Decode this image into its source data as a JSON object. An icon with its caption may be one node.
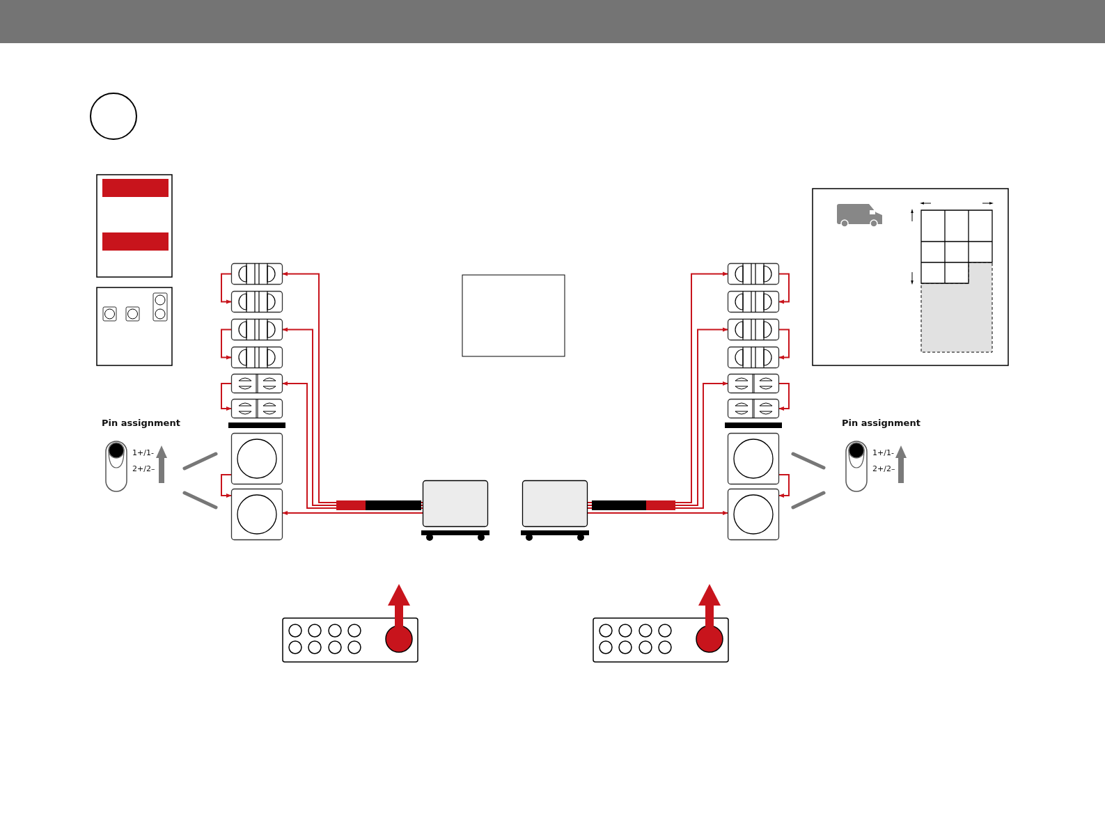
{
  "diagram": {
    "nodes": [
      {
        "text": [],
        "shape": "box"
      },
      {
        "text": [],
        "shape": "box"
      },
      {
        "text": [],
        "shape": "box"
      },
      {
        "text": [],
        "shape": "box"
      },
      {
        "text": [],
        "shape": "box"
      },
      {
        "text": [],
        "shape": "box"
      },
      {
        "text": [],
        "shape": "box"
      },
      {
        "text": [],
        "shape": "box"
      },
      {
        "text": [],
        "shape": "box"
      },
      {
        "text": [],
        "shape": "box"
      },
      {
        "text": [],
        "shape": "box"
      },
      {
        "text": [],
        "shape": "box"
      },
      {
        "text": [],
        "shape": "box"
      },
      {
        "text": [],
        "shape": "box"
      },
      {
        "text": [],
        "shape": "box"
      },
      {
        "text": [],
        "shape": "box"
      },
      {
        "text": [],
        "shape": "box"
      },
      {
        "text": [],
        "shape": "box"
      }
    ],
    "edges": [
      {
        "from": 8,
        "to": 0,
        "arrow": "to"
      },
      {
        "from": 8,
        "to": 2,
        "arrow": "to"
      },
      {
        "from": 8,
        "to": 4,
        "arrow": "to"
      },
      {
        "from": 8,
        "to": 7,
        "arrow": "to"
      },
      {
        "from": 0,
        "to": 1,
        "arrow": "to"
      },
      {
        "from": 2,
        "to": 3,
        "arrow": "to"
      },
      {
        "from": 4,
        "to": 5,
        "arrow": "to"
      },
      {
        "from": 6,
        "to": 7,
        "arrow": "to"
      },
      {
        "from": 17,
        "to": 9,
        "arrow": "to"
      },
      {
        "from": 17,
        "to": 11,
        "arrow": "to"
      },
      {
        "from": 17,
        "to": 13,
        "arrow": "to"
      },
      {
        "from": 17,
        "to": 16,
        "arrow": "to"
      },
      {
        "from": 9,
        "to": 10,
        "arrow": "to"
      },
      {
        "from": 11,
        "to": 12,
        "arrow": "to"
      },
      {
        "from": 13,
        "to": 14,
        "arrow": "to"
      },
      {
        "from": 15,
        "to": 16,
        "arrow": "to"
      }
    ],
    "labels": [
      "Pin assignment",
      "1+/1-",
      "2+/2–",
      "Pin assignment",
      "1+/1-",
      "2+/2–"
    ]
  }
}
